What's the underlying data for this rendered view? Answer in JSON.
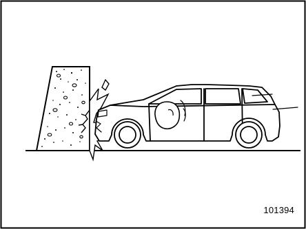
{
  "figure": {
    "id_label": "101394"
  },
  "illustration": {
    "subject": "frontal-collision-airbag-deployment",
    "elements": [
      "border-frame",
      "ground-line",
      "concrete-barrier",
      "impact-burst",
      "station-wagon",
      "deployed-airbag",
      "motion-lines"
    ]
  },
  "colors": {
    "stroke": "#000000",
    "background": "#ffffff"
  }
}
